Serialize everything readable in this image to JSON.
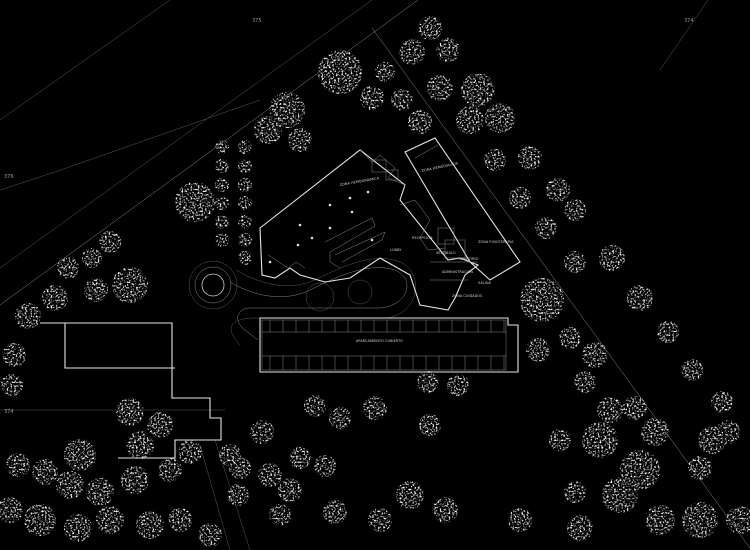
{
  "drawing": {
    "elevation_labels": [
      "375",
      "374",
      "376",
      "374"
    ],
    "room_labels": {
      "zona_hemodialisis": "ZONA HEMODIALISIS",
      "zona_hemodinamica": "ZONA HEMODINAMICA",
      "recepcion": "RECEPCION",
      "lobby": "LOBBY",
      "zona_fisioterapia": "ZONA FISIOTERAPIA",
      "vestibulo": "VESTIBULO",
      "tanatorio": "TANATORIO",
      "administracion": "ADMINISTRACION",
      "salida": "SALIDA",
      "zona_cuidados": "ZONA CUIDADOS",
      "aparcamiento": "APARCAMIENTO CUBIERTO"
    }
  },
  "colors": {
    "background": "#000000",
    "linework": "#d0d0d0",
    "trees": "#ffffff"
  }
}
